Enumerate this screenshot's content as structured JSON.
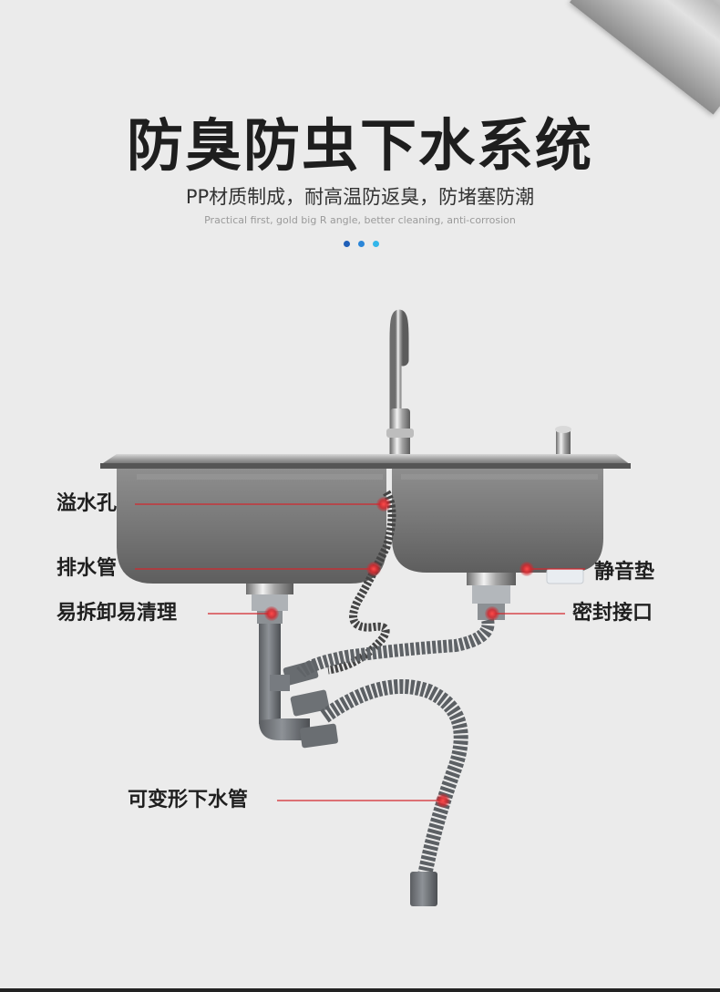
{
  "header": {
    "title": "防臭防虫下水系统",
    "subtitle": "PP材质制成，耐高温防返臭，防堵塞防潮",
    "subtitle_en": "Practical first, gold big R angle, better cleaning, anti-corrosion",
    "dot_colors": [
      "#1f5fb8",
      "#2b86d8",
      "#33b6ea"
    ]
  },
  "callouts": {
    "overflow_hole": "溢水孔",
    "drain_pipe": "排水管",
    "easy_clean": "易拆卸易清理",
    "silent_pad": "静音垫",
    "seal_joint": "密封接口",
    "flexible_pipe": "可变形下水管"
  },
  "colors": {
    "accent": "#d3262c",
    "title": "#1e1e1e",
    "background": "#ebebeb"
  }
}
